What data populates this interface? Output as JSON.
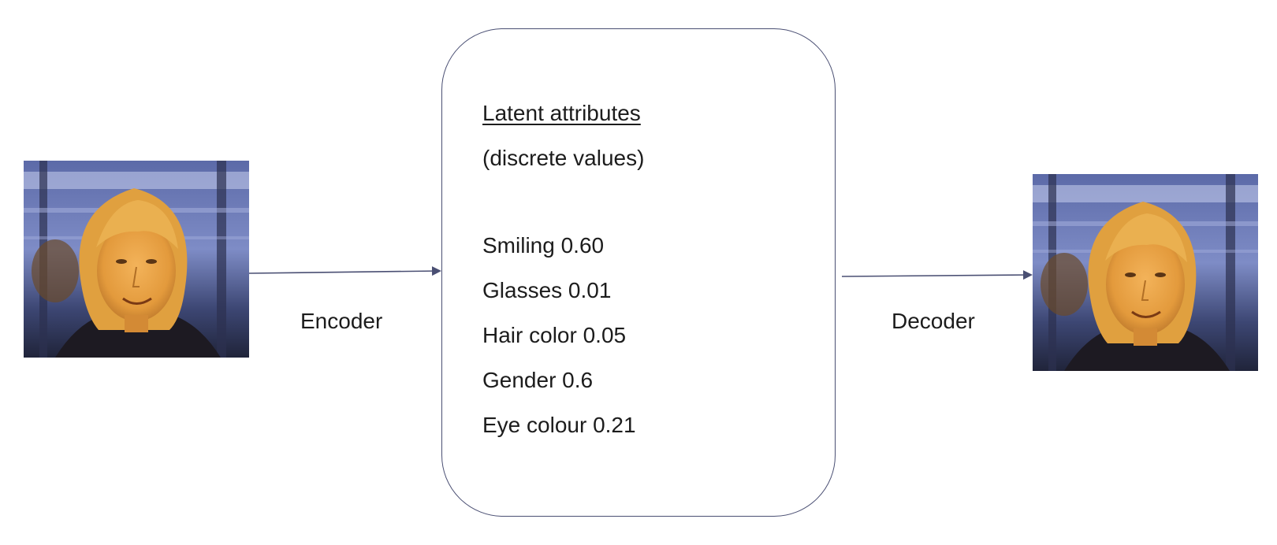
{
  "diagram": {
    "encoder_label": "Encoder",
    "decoder_label": "Decoder",
    "latent_box": {
      "title": "Latent attributes",
      "subtitle": "(discrete values)",
      "attributes": [
        "Smiling 0.60",
        "Glasses 0.01",
        "Hair color 0.05",
        "Gender 0.6",
        "Eye colour 0.21"
      ]
    },
    "colors": {
      "arrow": "#4a4f73",
      "box_border": "#4a4f73",
      "text": "#1c1c1c"
    }
  }
}
